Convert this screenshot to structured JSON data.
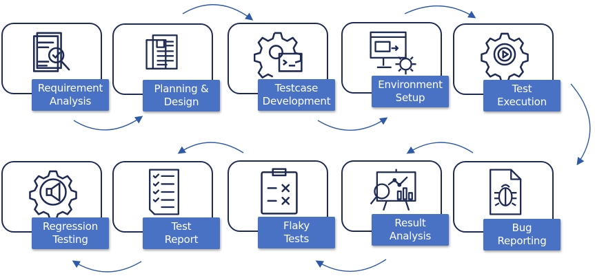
{
  "colors": {
    "outline": "#1e2b54",
    "label_bg": "#4a72c4",
    "arrow": "#2f5aa8",
    "label_text": "#ffffff"
  },
  "steps": [
    {
      "label": "Requirement\nAnalysis",
      "icon": "document-magnifier-icon"
    },
    {
      "label": "Planning &\nDesign",
      "icon": "documents-icon"
    },
    {
      "label": "Testcase\nDevelopment",
      "icon": "gear-terminal-icon"
    },
    {
      "label": "Environment\nSetup",
      "icon": "monitor-gear-icon"
    },
    {
      "label": "Test\nExecution",
      "icon": "gear-play-icon"
    },
    {
      "label": "Bug\nReporting",
      "icon": "bug-file-icon"
    },
    {
      "label": "Result\nAnalysis",
      "icon": "chart-board-icon"
    },
    {
      "label": "Flaky\nTests",
      "icon": "clipboard-checklist-icon"
    },
    {
      "label": "Test\nReport",
      "icon": "checklist-report-icon"
    },
    {
      "label": "Regression\nTesting",
      "icon": "gear-megaphone-icon"
    }
  ]
}
